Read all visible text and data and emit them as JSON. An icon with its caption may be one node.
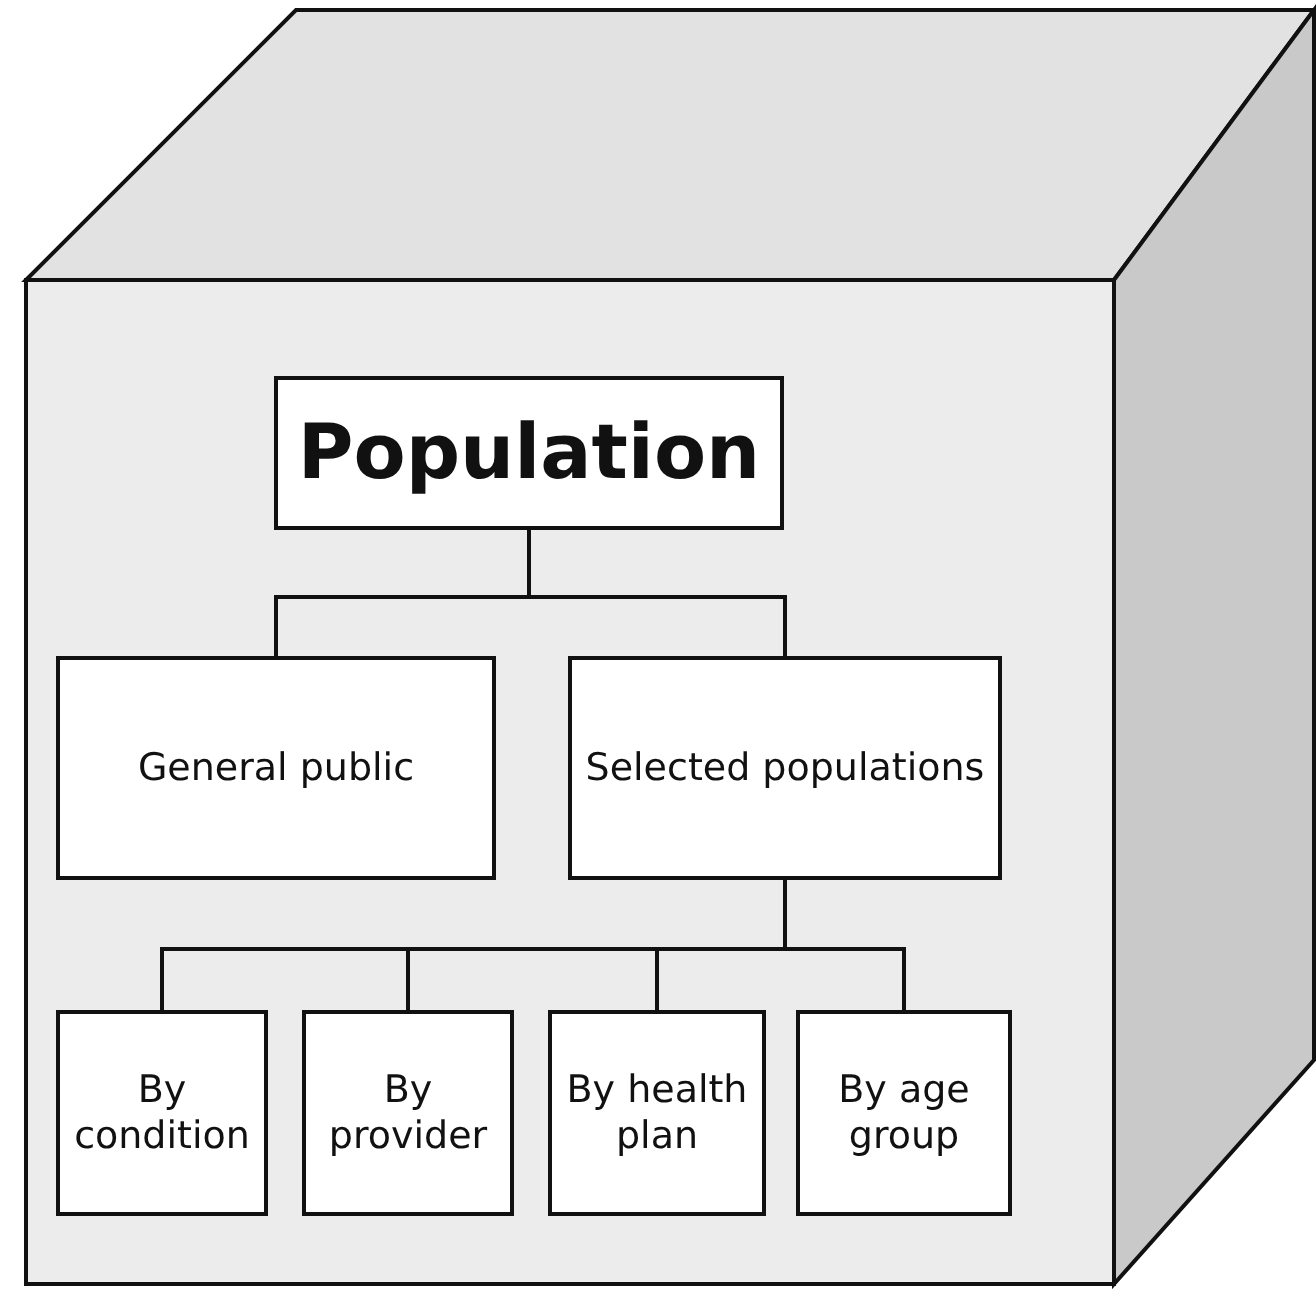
{
  "diagram": {
    "nodes": [
      {
        "text": [
          "Population"
        ]
      },
      {
        "text": [
          "General public"
        ]
      },
      {
        "text": [
          "Selected populations"
        ]
      },
      {
        "text": [
          "By condition"
        ]
      },
      {
        "text": [
          "By provider"
        ]
      },
      {
        "text": [
          "By health plan"
        ]
      },
      {
        "text": [
          "By age group"
        ]
      }
    ],
    "edges": [
      {
        "from": 0,
        "to": 1,
        "arrow": "none"
      },
      {
        "from": 0,
        "to": 2,
        "arrow": "none"
      },
      {
        "from": 2,
        "to": 3,
        "arrow": "none"
      },
      {
        "from": 2,
        "to": 4,
        "arrow": "none"
      },
      {
        "from": 2,
        "to": 5,
        "arrow": "none"
      },
      {
        "from": 2,
        "to": 6,
        "arrow": "none"
      }
    ]
  }
}
